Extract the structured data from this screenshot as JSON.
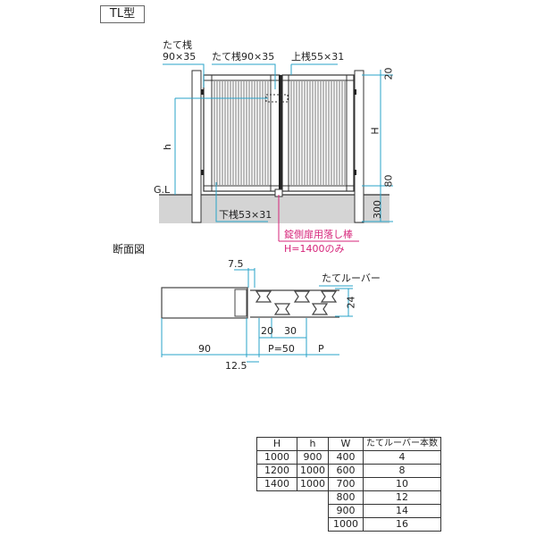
{
  "title": "TL型",
  "gate": {
    "labels": {
      "post_left_1": "たて桟",
      "post_left_2": "90×35",
      "stile_center": "たて桟90×35",
      "top_rail": "上桟55×31",
      "bottom_rail": "下桟53×31",
      "ground_line": "G.L",
      "h": "h",
      "H": "H",
      "dim_20": "20",
      "dim_80": "80",
      "dim_300": "300",
      "drop_rod_1": "錠側扉用落し棒",
      "drop_rod_2": "H=1400のみ"
    },
    "colors": {
      "dim_line": "#29a3c8",
      "drop_rod": "#d6247a",
      "ground": "#d4d4d4"
    }
  },
  "section": {
    "title": "断面図",
    "labels": {
      "d7_5": "7.5",
      "louver": "たてルーバー",
      "d24": "24",
      "d20": "20",
      "d30": "30",
      "d90": "90",
      "p50": "P=50",
      "p": "P",
      "d12_5": "12.5"
    }
  },
  "tables": {
    "height_table": {
      "headers": [
        "H",
        "h"
      ],
      "rows": [
        [
          "1000",
          "900"
        ],
        [
          "1200",
          "1000"
        ],
        [
          "1400",
          "1000"
        ]
      ]
    },
    "louver_table": {
      "headers": [
        "W",
        "たてルーバー本数"
      ],
      "rows": [
        [
          "400",
          "4"
        ],
        [
          "600",
          "8"
        ],
        [
          "700",
          "10"
        ],
        [
          "800",
          "12"
        ],
        [
          "900",
          "14"
        ],
        [
          "1000",
          "16"
        ]
      ]
    }
  }
}
